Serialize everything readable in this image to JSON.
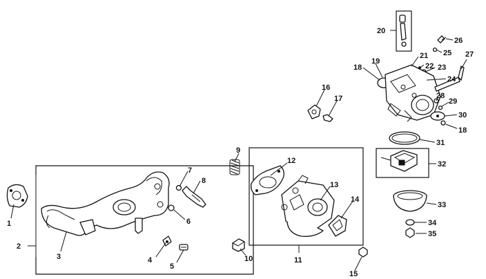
{
  "callouts": [
    "1",
    "2",
    "3",
    "4",
    "5",
    "6",
    "7",
    "8",
    "9",
    "10",
    "11",
    "12",
    "13",
    "14",
    "15",
    "16",
    "17",
    "18",
    "19",
    "20",
    "21",
    "22",
    "23",
    "24",
    "25",
    "26",
    "27",
    "28",
    "29",
    "30",
    "31",
    "32",
    "33",
    "34",
    "35"
  ],
  "colors": {
    "ink": "#111111",
    "paper": "#ffffff"
  }
}
